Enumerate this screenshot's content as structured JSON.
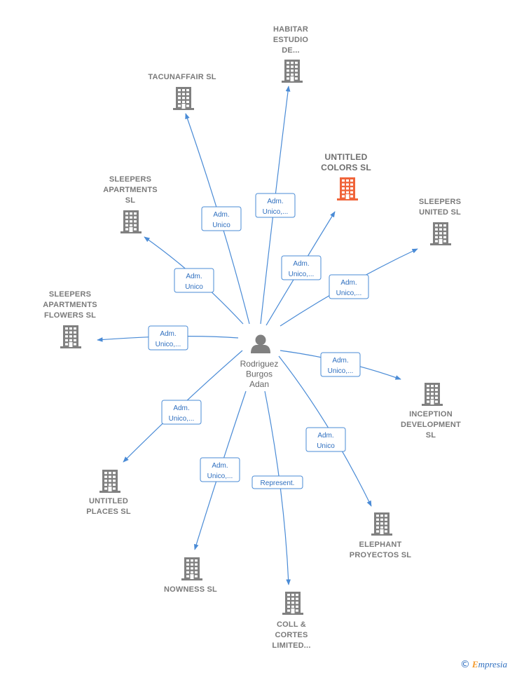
{
  "colors": {
    "edge": "#4a8bd6",
    "building": "#808080",
    "building_highlight": "#f0643a",
    "person": "#808080"
  },
  "center": {
    "lines": [
      "Rodriguez",
      "Burgos",
      "Adan"
    ],
    "icon": "person-icon"
  },
  "companies": [
    {
      "id": "habitar",
      "lines": [
        "HABITAR",
        "ESTUDIO",
        "DE..."
      ],
      "role": [
        "Adm.",
        "Unico,..."
      ],
      "highlight": false
    },
    {
      "id": "tacunaffair",
      "lines": [
        "TACUNAFFAIR SL"
      ],
      "role": [
        "Adm.",
        "Unico"
      ],
      "highlight": false
    },
    {
      "id": "untitled-colors",
      "lines": [
        "UNTITLED",
        "COLORS SL"
      ],
      "role": [
        "Adm.",
        "Unico,..."
      ],
      "highlight": true
    },
    {
      "id": "sleepers-apartments",
      "lines": [
        "SLEEPERS",
        "APARTMENTS",
        "SL"
      ],
      "role": [
        "Adm.",
        "Unico"
      ],
      "highlight": false
    },
    {
      "id": "sleepers-united",
      "lines": [
        "SLEEPERS",
        "UNITED SL"
      ],
      "role": [
        "Adm.",
        "Unico,..."
      ],
      "highlight": false
    },
    {
      "id": "sleepers-apartments-flowers",
      "lines": [
        "SLEEPERS",
        "APARTMENTS",
        "FLOWERS SL"
      ],
      "role": [
        "Adm.",
        "Unico,..."
      ],
      "highlight": false
    },
    {
      "id": "inception",
      "lines": [
        "INCEPTION",
        "DEVELOPMENT",
        "SL"
      ],
      "role": [
        "Adm.",
        "Unico,..."
      ],
      "highlight": false
    },
    {
      "id": "untitled-places",
      "lines": [
        "UNTITLED",
        "PLACES SL"
      ],
      "role": [
        "Adm.",
        "Unico,..."
      ],
      "highlight": false
    },
    {
      "id": "elephant",
      "lines": [
        "ELEPHANT",
        "PROYECTOS SL"
      ],
      "role": [
        "Adm.",
        "Unico"
      ],
      "highlight": false
    },
    {
      "id": "nowness",
      "lines": [
        "NOWNESS SL"
      ],
      "role": [
        "Adm.",
        "Unico,..."
      ],
      "highlight": false
    },
    {
      "id": "coll-cortes",
      "lines": [
        "COLL &",
        "CORTES",
        "LIMITED..."
      ],
      "role": [
        "Represent."
      ],
      "highlight": false
    }
  ],
  "watermark": {
    "symbol": "©",
    "brand_initial": "E",
    "brand_rest": "mpresia"
  }
}
